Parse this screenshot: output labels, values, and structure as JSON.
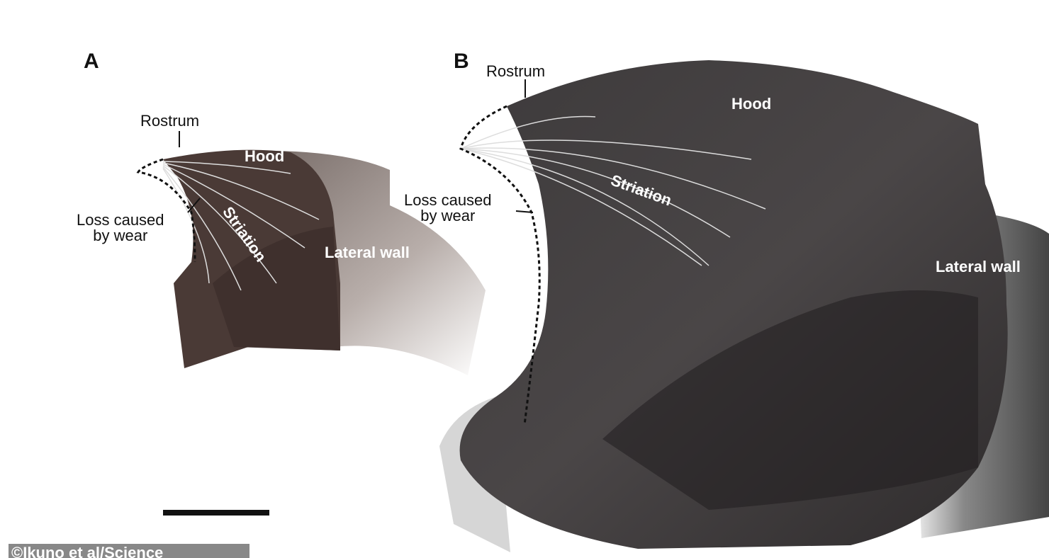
{
  "panel_a": {
    "letter": "A",
    "labels": {
      "rostrum": "Rostrum",
      "hood": "Hood",
      "striation": "Striation",
      "loss_line1": "Loss caused",
      "loss_line2": "by wear",
      "lateral_wall": "Lateral wall"
    }
  },
  "panel_b": {
    "letter": "B",
    "labels": {
      "rostrum": "Rostrum",
      "hood": "Hood",
      "striation": "Striation",
      "loss_line1": "Loss caused",
      "loss_line2": "by wear",
      "lateral_wall": "Lateral wall"
    }
  },
  "credit": "©Ikuno et al/Science"
}
